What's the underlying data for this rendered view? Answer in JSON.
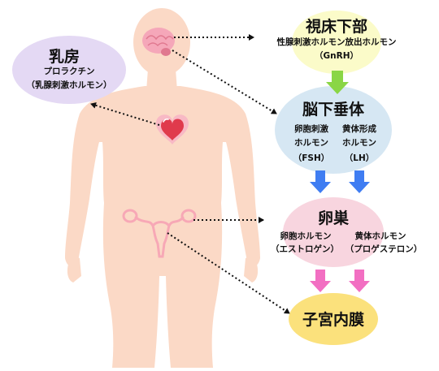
{
  "hypothalamus": {
    "title": "視床下部",
    "hormone": "性腺刺激ホルモン放出ホルモン",
    "abbr": "（GnRH）"
  },
  "breast": {
    "title": "乳房",
    "hormone": "プロラクチン",
    "sub": "（乳腺刺激ホルモン）"
  },
  "pituitary": {
    "title": "脳下垂体",
    "fsh": {
      "line1": "卵胞刺激",
      "line2": "ホルモン",
      "abbr": "（FSH）"
    },
    "lh": {
      "line1": "黄体形成",
      "line2": "ホルモン",
      "abbr": "（LH）"
    }
  },
  "ovary": {
    "title": "卵巣",
    "estrogen": {
      "name": "卵胞ホルモン",
      "sub": "（エストロゲン）"
    },
    "progesterone": {
      "name": "黄体ホルモン",
      "sub": "（プロゲステロン）"
    }
  },
  "endometrium": {
    "title": "子宮内膜"
  },
  "colors": {
    "skin": "#fbd9c6",
    "brain": "#f5a7b9",
    "heart": "#e03a4c",
    "hypothalamus_bg": "#fbfbc9",
    "breast_bg": "#e4d9f4",
    "pituitary_bg": "#d6e7f3",
    "ovary_bg": "#f8d5df",
    "endometrium_bg": "#fbe17c",
    "arrow_green": "#8ad645",
    "arrow_blue": "#3f7df2",
    "arrow_pink": "#f26fc2"
  }
}
